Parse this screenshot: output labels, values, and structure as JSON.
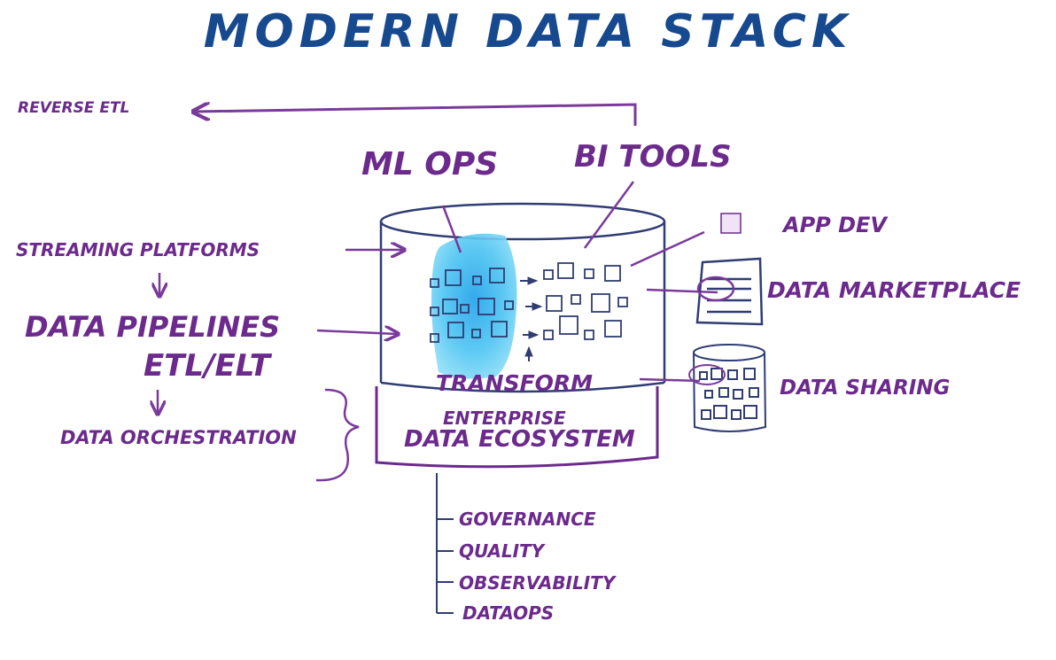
{
  "title": "Modern Data Stack",
  "labels": {
    "reverse_etl": "Reverse ETL",
    "mlops": "ML Ops",
    "bi_tools": "BI Tools",
    "app_dev": "App Dev",
    "streaming_platforms": "Streaming Platforms",
    "data_marketplace": "Data Marketplace",
    "data_pipelines": "Data Pipelines",
    "etl_elt": "ETL/ELT",
    "transform": "Transform",
    "data_sharing": "Data Sharing",
    "enterprise": "Enterprise",
    "data_ecosystem": "Data Ecosystem",
    "data_orchestration": "Data Orchestration"
  },
  "governance_items": [
    "Governance",
    "Quality",
    "Observability",
    "DataOps"
  ],
  "colors": {
    "title": "#17498f",
    "ink": "#6b2a8c",
    "line": "#7a3a9a",
    "cylinder": "#2f3d73",
    "highlight": "#4fc3f0",
    "highlight_inner": "#2aa6ea"
  }
}
